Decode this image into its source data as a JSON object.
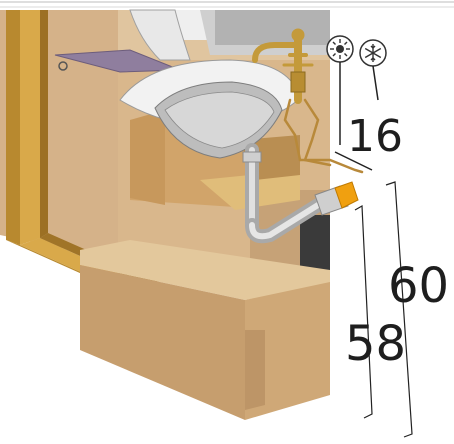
{
  "dimensions": {
    "depth_upper": "16",
    "height_total": "60",
    "height_lower": "58"
  },
  "icons": {
    "hot_mode": "sun-icon",
    "cold_mode": "snowflake-icon"
  },
  "colors": {
    "wood": "#d9b488",
    "wood_dark": "#b08a5c",
    "frame_gold": "#c89a36",
    "brass": "#c8a24a",
    "steel": "#c9c9c9",
    "purple_shelf": "#8f7e9e",
    "orange_cap": "#f0a010"
  }
}
